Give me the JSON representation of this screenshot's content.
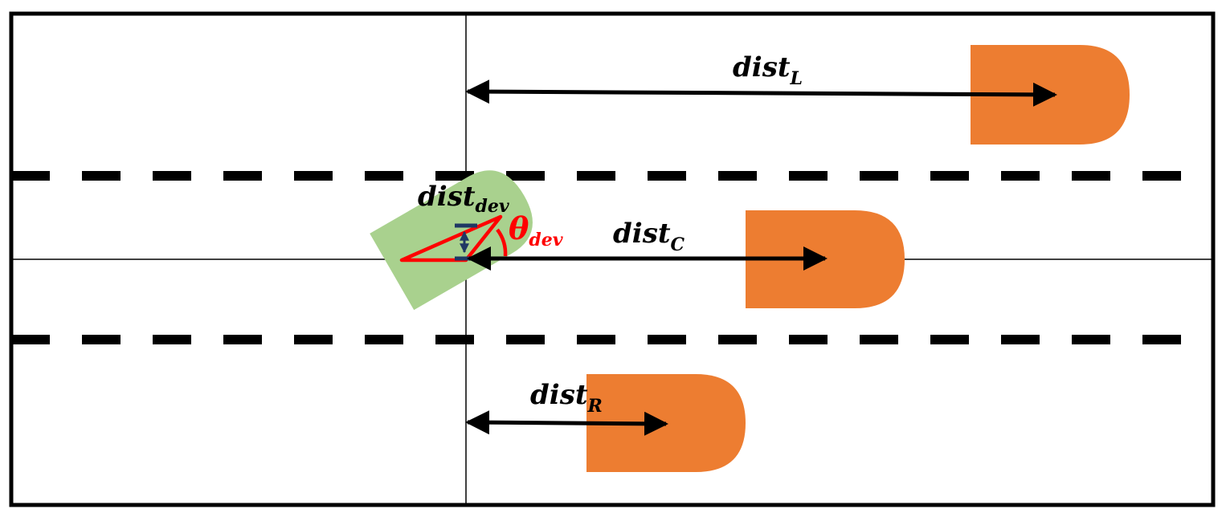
{
  "labels": {
    "dist_L": {
      "base": "dist",
      "sub": "L"
    },
    "dist_C": {
      "base": "dist",
      "sub": "C"
    },
    "dist_R": {
      "base": "dist",
      "sub": "R"
    },
    "dist_dev": {
      "base": "dist",
      "sub": "dev"
    },
    "theta_dev": {
      "base": "θ",
      "sub": "dev"
    }
  },
  "colors": {
    "ego_vehicle": "#a9d18e",
    "other_vehicle": "#ed7d31",
    "angle_marker": "#ff0000",
    "deviation_marker": "#1f3864",
    "lines": "#000000"
  }
}
